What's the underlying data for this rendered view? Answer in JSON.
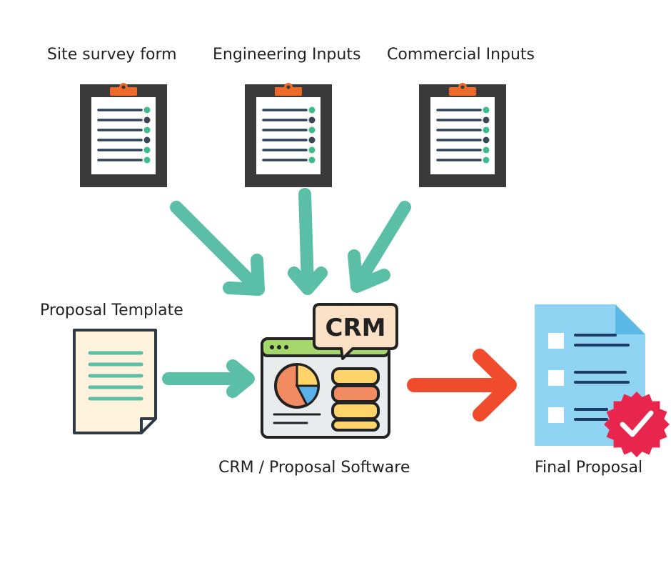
{
  "inputs": {
    "site_survey": "Site survey form",
    "engineering": "Engineering Inputs",
    "commercial": "Commercial Inputs"
  },
  "template_label": "Proposal Template",
  "crm_label": "CRM / Proposal Software",
  "crm_badge": "CRM",
  "final_label": "Final Proposal",
  "colors": {
    "arrow_teal": "#5bbfa8",
    "arrow_red": "#ef4b2c",
    "clipboard_frame": "#3a3a3a",
    "clip": "#ee6a2a",
    "dot_green": "#3dbb8a",
    "dot_dark": "#3a4656",
    "line_dark": "#2f4458",
    "template_paper": "#fdf3dc",
    "final_doc": "#8fd3f3",
    "final_lines": "#1f3a6a",
    "badge": "#e8254c"
  }
}
